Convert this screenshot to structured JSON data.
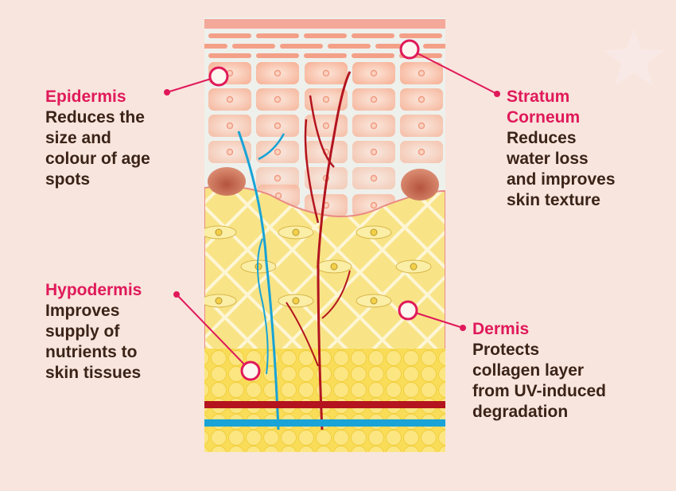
{
  "colors": {
    "accent": "#e0195a",
    "text": "#3b2318",
    "background": "#f8e5dd",
    "artery": "#b3141e",
    "vein": "#19a3d6"
  },
  "labels": {
    "epidermis": {
      "title": "Epidermis",
      "lines": [
        "Reduces the",
        "size and",
        "colour of age",
        "spots"
      ]
    },
    "stratum_corneum": {
      "title_lines": [
        "Stratum",
        "Corneum"
      ],
      "lines": [
        "Reduces",
        "water loss",
        "and improves",
        "skin texture"
      ]
    },
    "hypodermis": {
      "title": "Hypodermis",
      "lines": [
        "Improves",
        "supply of",
        "nutrients to",
        "skin tissues"
      ]
    },
    "dermis": {
      "title": "Dermis",
      "lines": [
        "Protects",
        "collagen layer",
        "from UV-induced",
        "degradation"
      ]
    }
  }
}
